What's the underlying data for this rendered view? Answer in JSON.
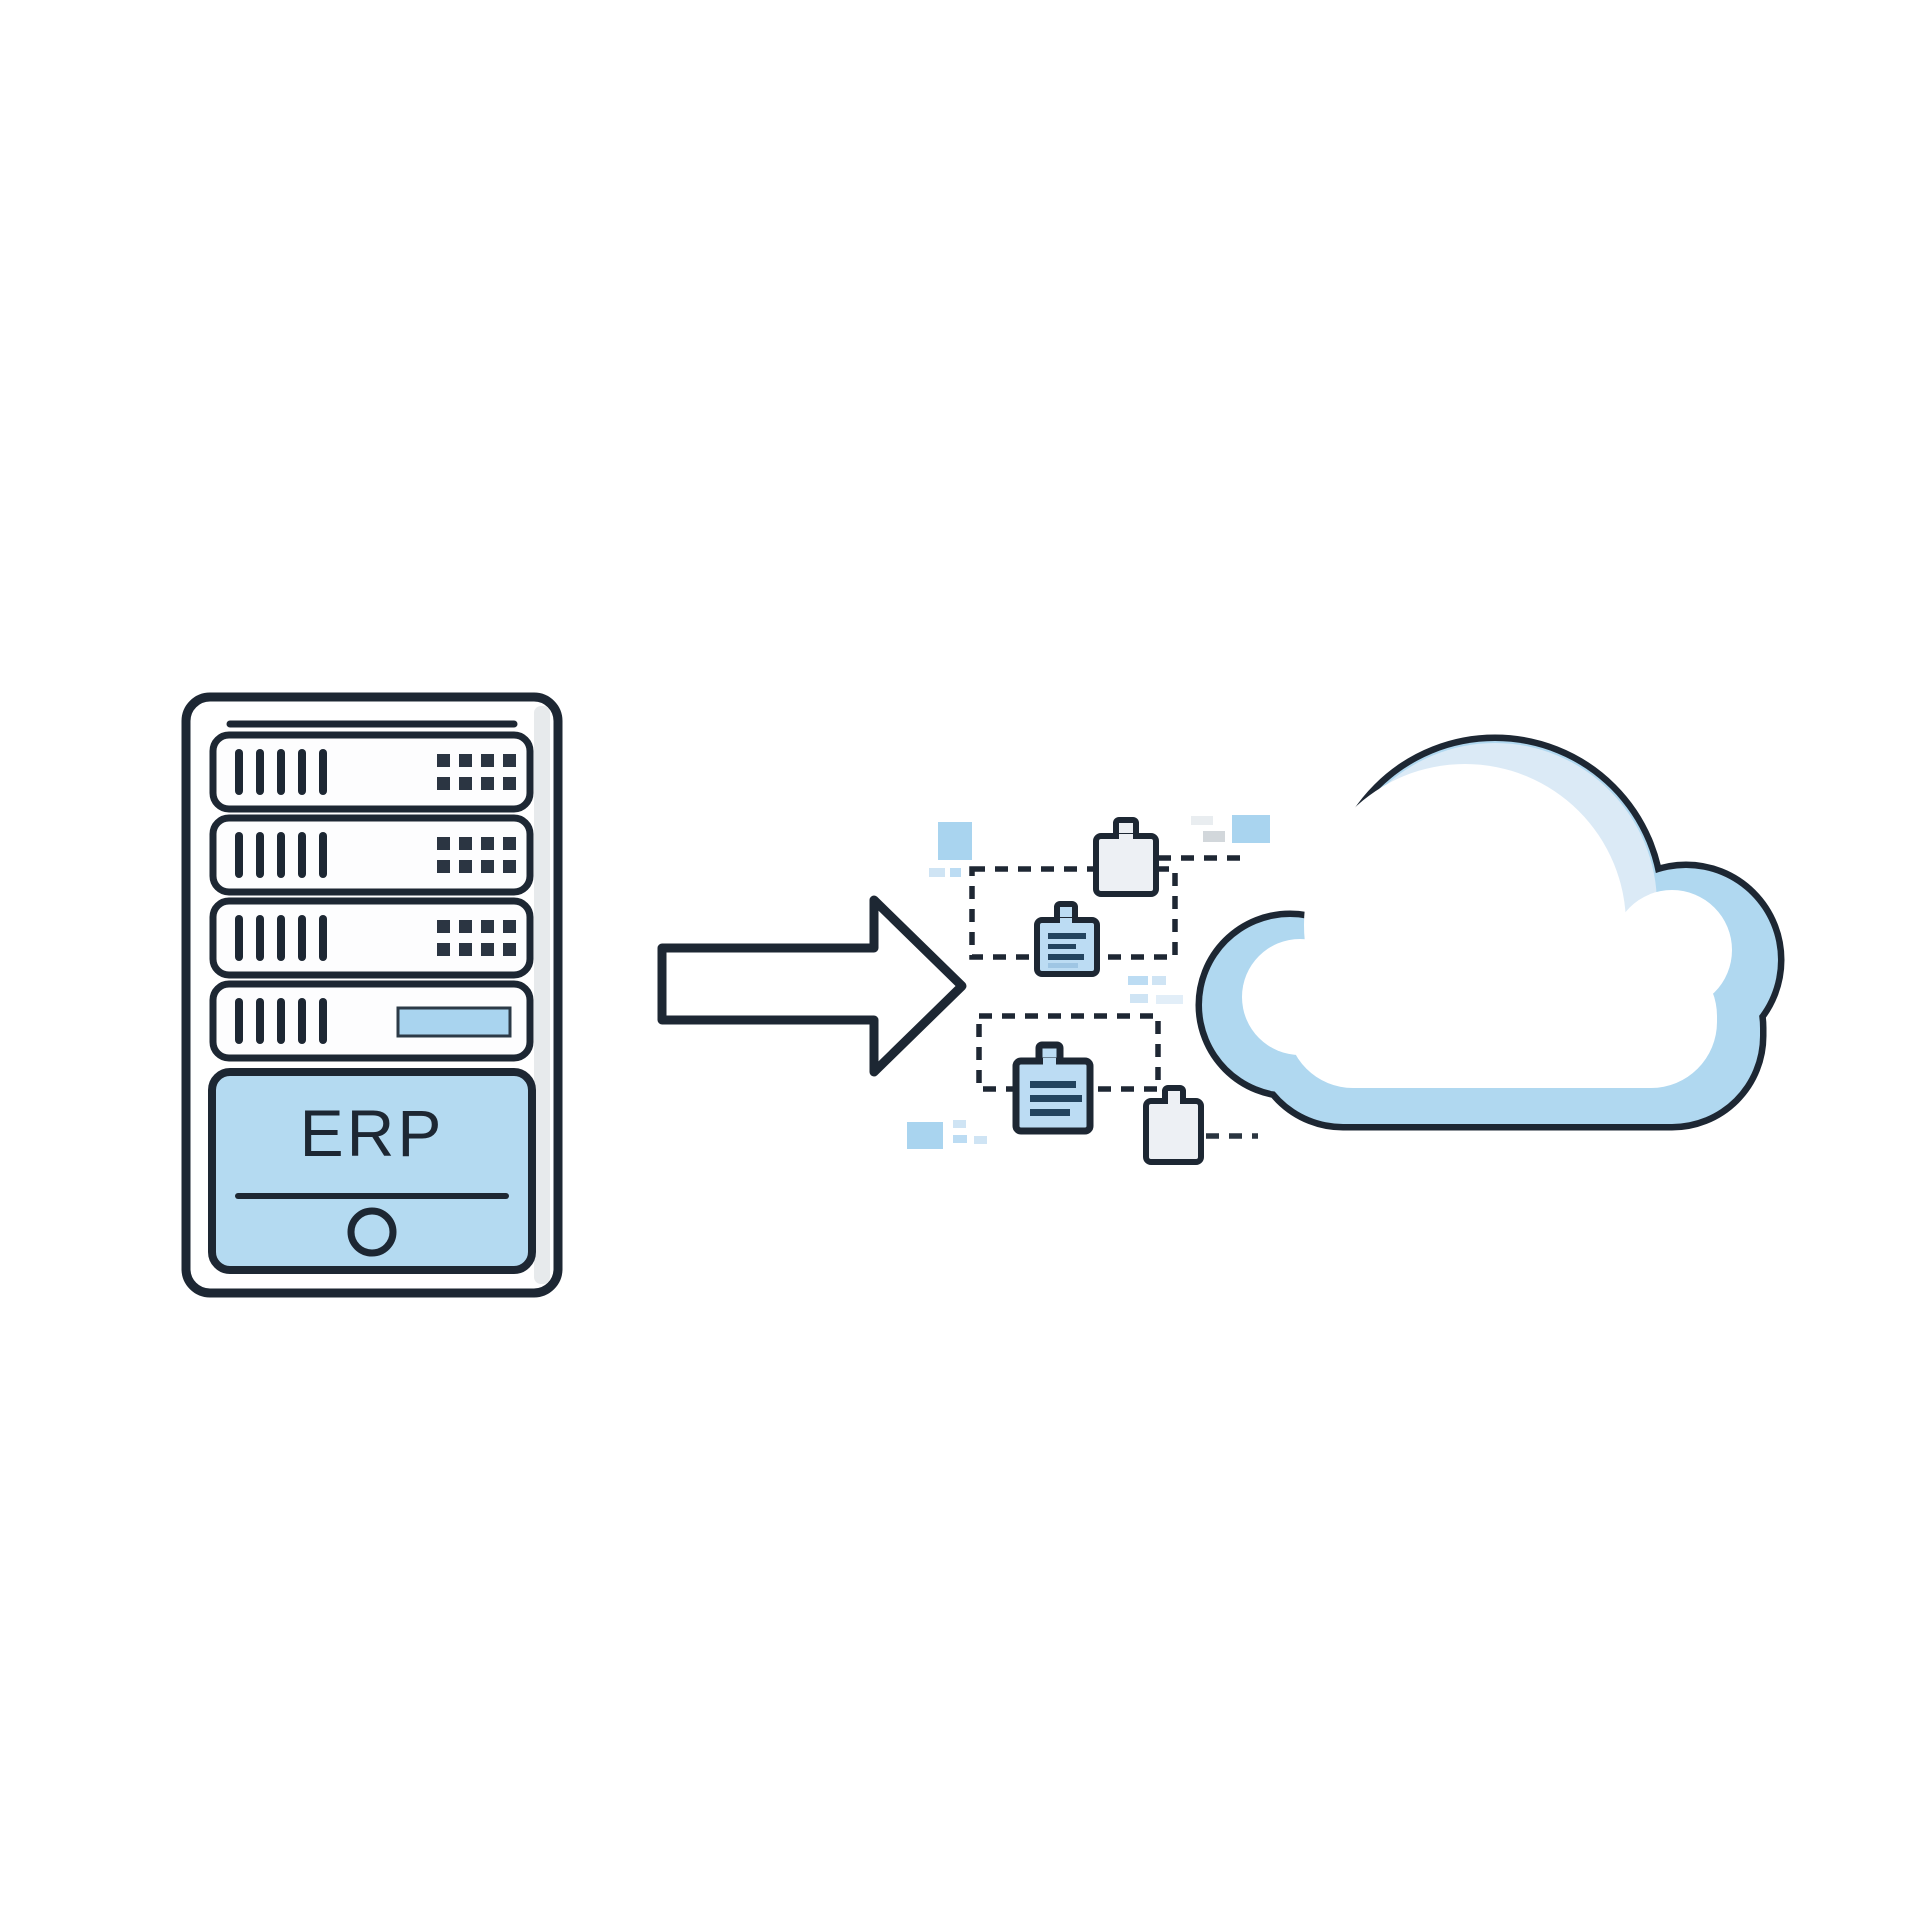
{
  "server": {
    "label": "ERP",
    "rack_units": 4,
    "icons": [
      "vent-slits-icon",
      "led-grid-icon",
      "status-bar-icon",
      "power-circle-icon"
    ]
  },
  "flow": {
    "arrow_icon": "right-arrow-icon",
    "document_icons": [
      "document-blank-icon",
      "document-text-icon",
      "document-text-icon",
      "document-blank-icon"
    ],
    "data_square_count": 3
  },
  "cloud": {
    "icon": "cloud-icon"
  },
  "colors": {
    "outline": "#1d2733",
    "accent_blue": "#a9d4ef",
    "panel_blue": "#b4daf1",
    "band_blue": "#b0d8f0",
    "crescent_blue": "#dbeaf6",
    "doc_blue": "#bcdcf3",
    "doc_gray": "#edf0f4",
    "background": "#ffffff"
  }
}
